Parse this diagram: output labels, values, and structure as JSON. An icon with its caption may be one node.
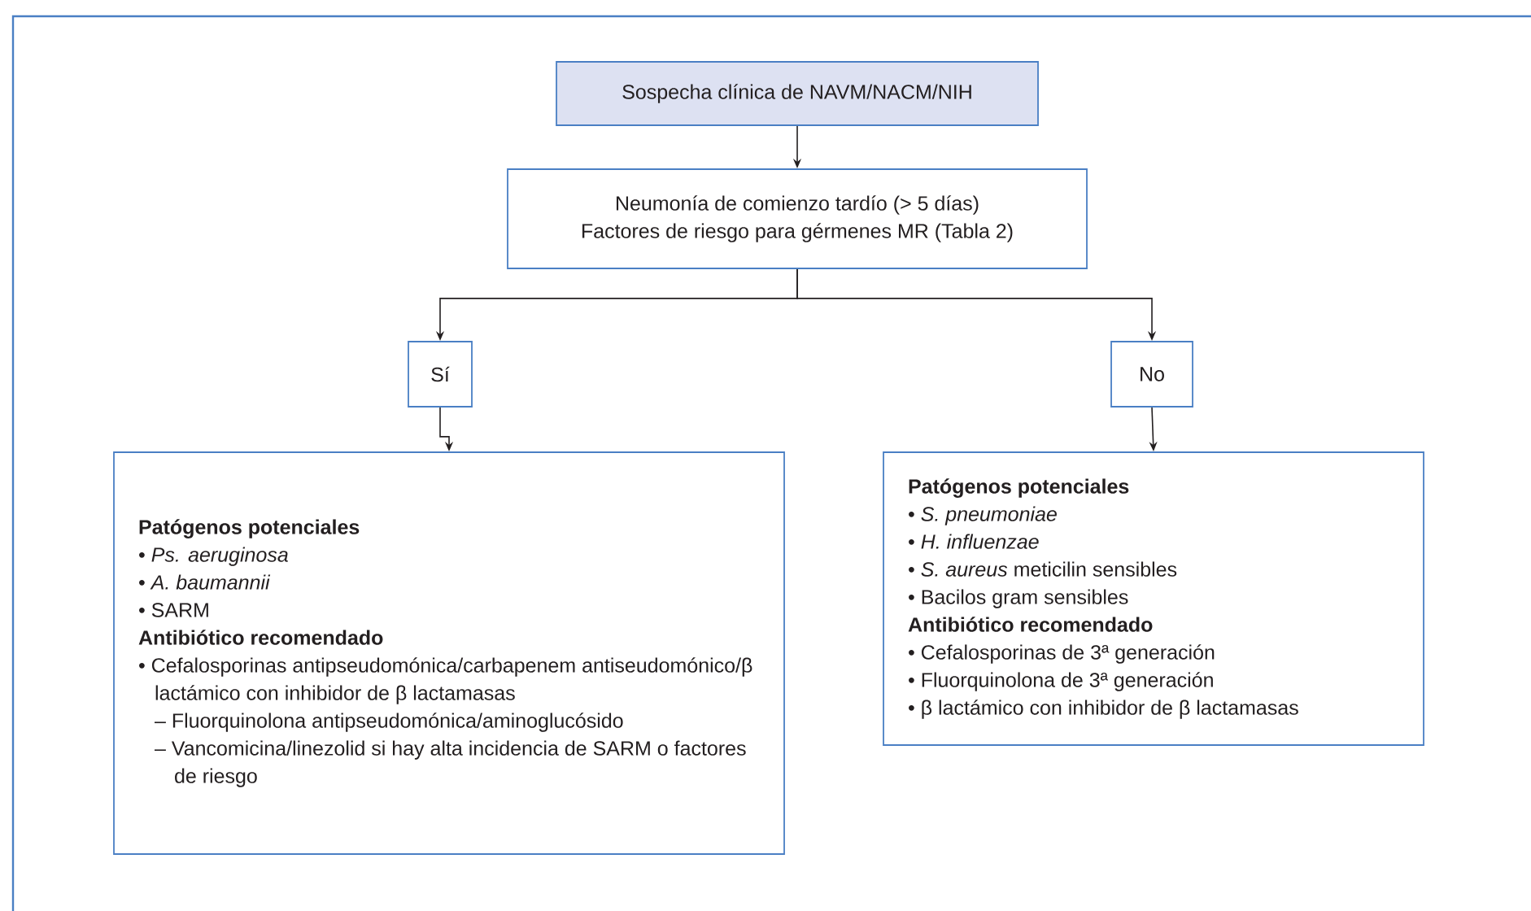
{
  "diagram": {
    "nodes": [
      {
        "text": [
          "Sospecha clínica de NAVM/NACM/NIH"
        ]
      },
      {
        "text": [
          "Neumonía de comienzo tardío (> 5 días)",
          "Factores de riesgo para gérmenes MR (Tabla 2)"
        ]
      },
      {
        "text": [
          "Sí"
        ]
      },
      {
        "text": [
          "No"
        ]
      },
      {
        "text": [
          "Patógenos potenciales",
          "• *Ps. aeruginosa*",
          "• *A. baumannii*",
          "• SARM",
          "Antibiótico recomendado",
          "• Cefalosporinas antipseudomónica/carbapenem antiseudomónico/β lactámico con inhibidor de β lactamasas",
          "– Fluorquinolona antipseudomónica/aminoglucósido",
          "– Vancomicina/linezolid si hay alta incidencia de SARM o factores de riesgo"
        ]
      },
      {
        "text": [
          "Patógenos potenciales",
          "• *S. pneumoniae*",
          "• *H. influenzae*",
          "• *S. aureus* meticilin sensibles",
          "• Bacilos gram sensibles",
          "Antibiótico recomendado",
          "• Cefalosporinas de 3ª generación",
          "• Fluorquinolona de 3ª generación",
          "• β lactámico con inhibidor de β lactamasas"
        ]
      }
    ],
    "edges": [
      {
        "from": 0,
        "to": 1,
        "arrow": "to"
      },
      {
        "from": 1,
        "to": 2,
        "arrow": "to"
      },
      {
        "from": 1,
        "to": 3,
        "arrow": "to"
      },
      {
        "from": 2,
        "to": 4,
        "arrow": "to"
      },
      {
        "from": 3,
        "to": 5,
        "arrow": "to"
      }
    ]
  }
}
